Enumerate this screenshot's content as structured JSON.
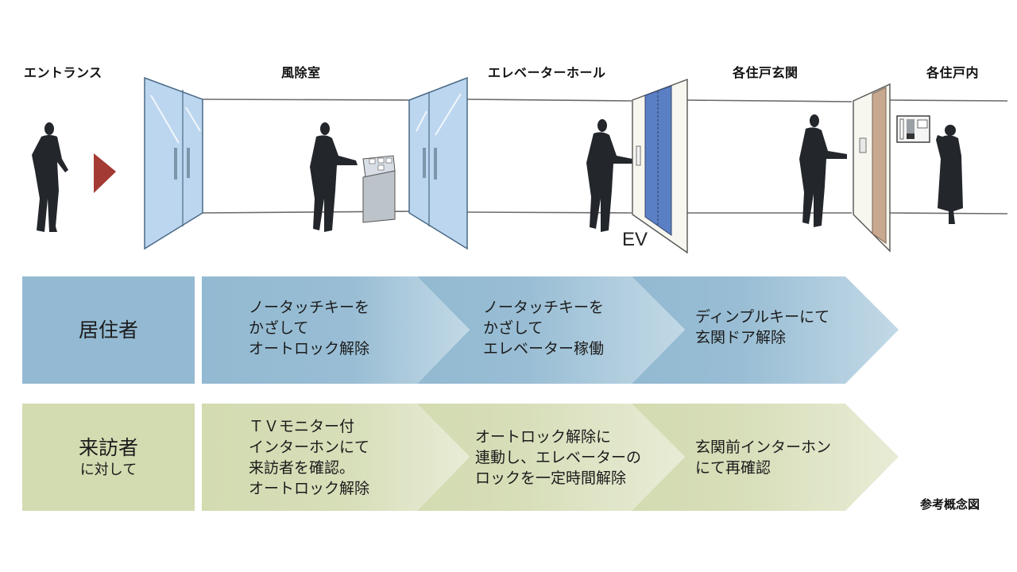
{
  "zones": [
    {
      "id": "entrance",
      "label": "エントランス"
    },
    {
      "id": "windbreak",
      "label": "風除室"
    },
    {
      "id": "elevator_hall",
      "label": "エレベーターホール"
    },
    {
      "id": "unit_entrance",
      "label": "各住戸玄関"
    },
    {
      "id": "unit_interior",
      "label": "各住戸内"
    }
  ],
  "illustration": {
    "elevator_label": "EV",
    "colors": {
      "silhouette": "#23262b",
      "arrow": "#a33a33",
      "glass_door": "#bcd6ef",
      "elevator_door": "#5b7fc4",
      "unit_door": "#c9a890",
      "wall_line": "#6b6b6b"
    }
  },
  "flow": {
    "rows": [
      {
        "id": "resident",
        "header_main": "居住者",
        "header_sub": "",
        "color_base": "#93bad2",
        "color_light": "#c2d9e6",
        "steps": [
          "ノータッチキーを\nかざして\nオートロック解除",
          "ノータッチキーを\nかざして\nエレベーター稼働",
          "ディンプルキーにて\n玄関ドア解除"
        ]
      },
      {
        "id": "visitor",
        "header_main": "来訪者",
        "header_sub": "に対して",
        "color_base": "#d3dbb1",
        "color_light": "#e8ecd6",
        "steps": [
          "ＴＶモニター付\nインターホンにて\n来訪者を確認。\nオートロック解除",
          "オートロック解除に\n連動し、エレベーターの\nロックを一定時間解除",
          "玄関前インターホン\nにて再確認"
        ]
      }
    ]
  },
  "footnote": "参考概念図"
}
